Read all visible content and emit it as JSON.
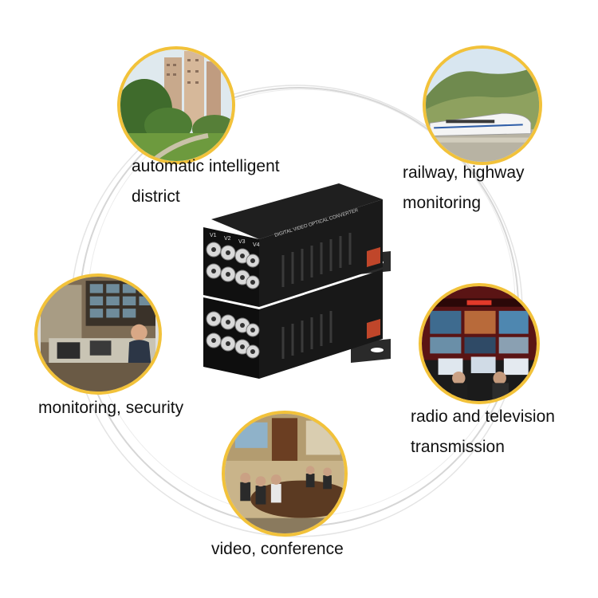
{
  "colors": {
    "ring_gold": "#f2c23a",
    "device_body": "#151515",
    "bnc_silver": "#d9d9d9"
  },
  "applications": [
    {
      "lines": [
        "automatic intelligent",
        "district"
      ],
      "icon": "residential-buildings-photo"
    },
    {
      "lines": [
        "railway, highway",
        "monitoring"
      ],
      "icon": "high-speed-train-photo"
    },
    {
      "lines": [
        "monitoring, security"
      ],
      "icon": "security-control-room-photo"
    },
    {
      "lines": [
        "radio and television",
        "transmission"
      ],
      "icon": "broadcast-studio-photo"
    },
    {
      "lines": [
        "video, conference"
      ],
      "icon": "conference-room-photo"
    }
  ],
  "device": {
    "panel_text": "DIGITAL VIDEO OPTICAL CONVERTER",
    "port_labels": [
      "V1",
      "V2",
      "V3",
      "V4"
    ],
    "icon": "video-optical-converter-device"
  }
}
